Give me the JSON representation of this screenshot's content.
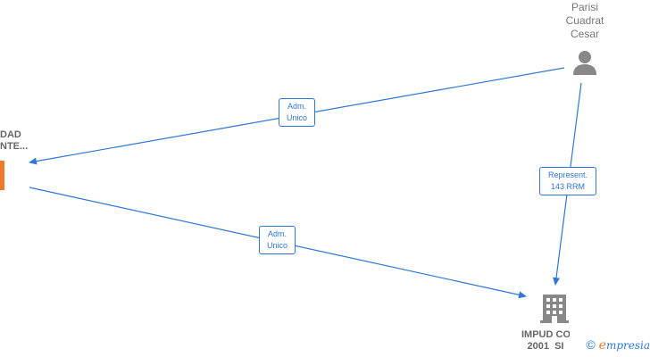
{
  "nodes": {
    "person": {
      "lines": [
        "Parisi",
        "Cuadrat",
        "Cesar"
      ]
    },
    "company_left": {
      "lines": [
        "DAD",
        "NTE..."
      ]
    },
    "company_right": {
      "lines": [
        "IMPUD CO",
        "2001  SI"
      ]
    }
  },
  "edges": {
    "person_to_left": {
      "line1": "Adm.",
      "line2": "Unico"
    },
    "left_to_right": {
      "line1": "Adm.",
      "line2": "Unico"
    },
    "person_to_right": {
      "line1": "Represent.",
      "line2": "143 RRM"
    }
  },
  "brand": {
    "copyright": "©",
    "e": "e",
    "rest": "mpresia"
  },
  "colors": {
    "edge": "#2f77d3",
    "person_icon": "#888888",
    "building_icon": "#888888",
    "company_icon_accent": "#f07a2a"
  }
}
